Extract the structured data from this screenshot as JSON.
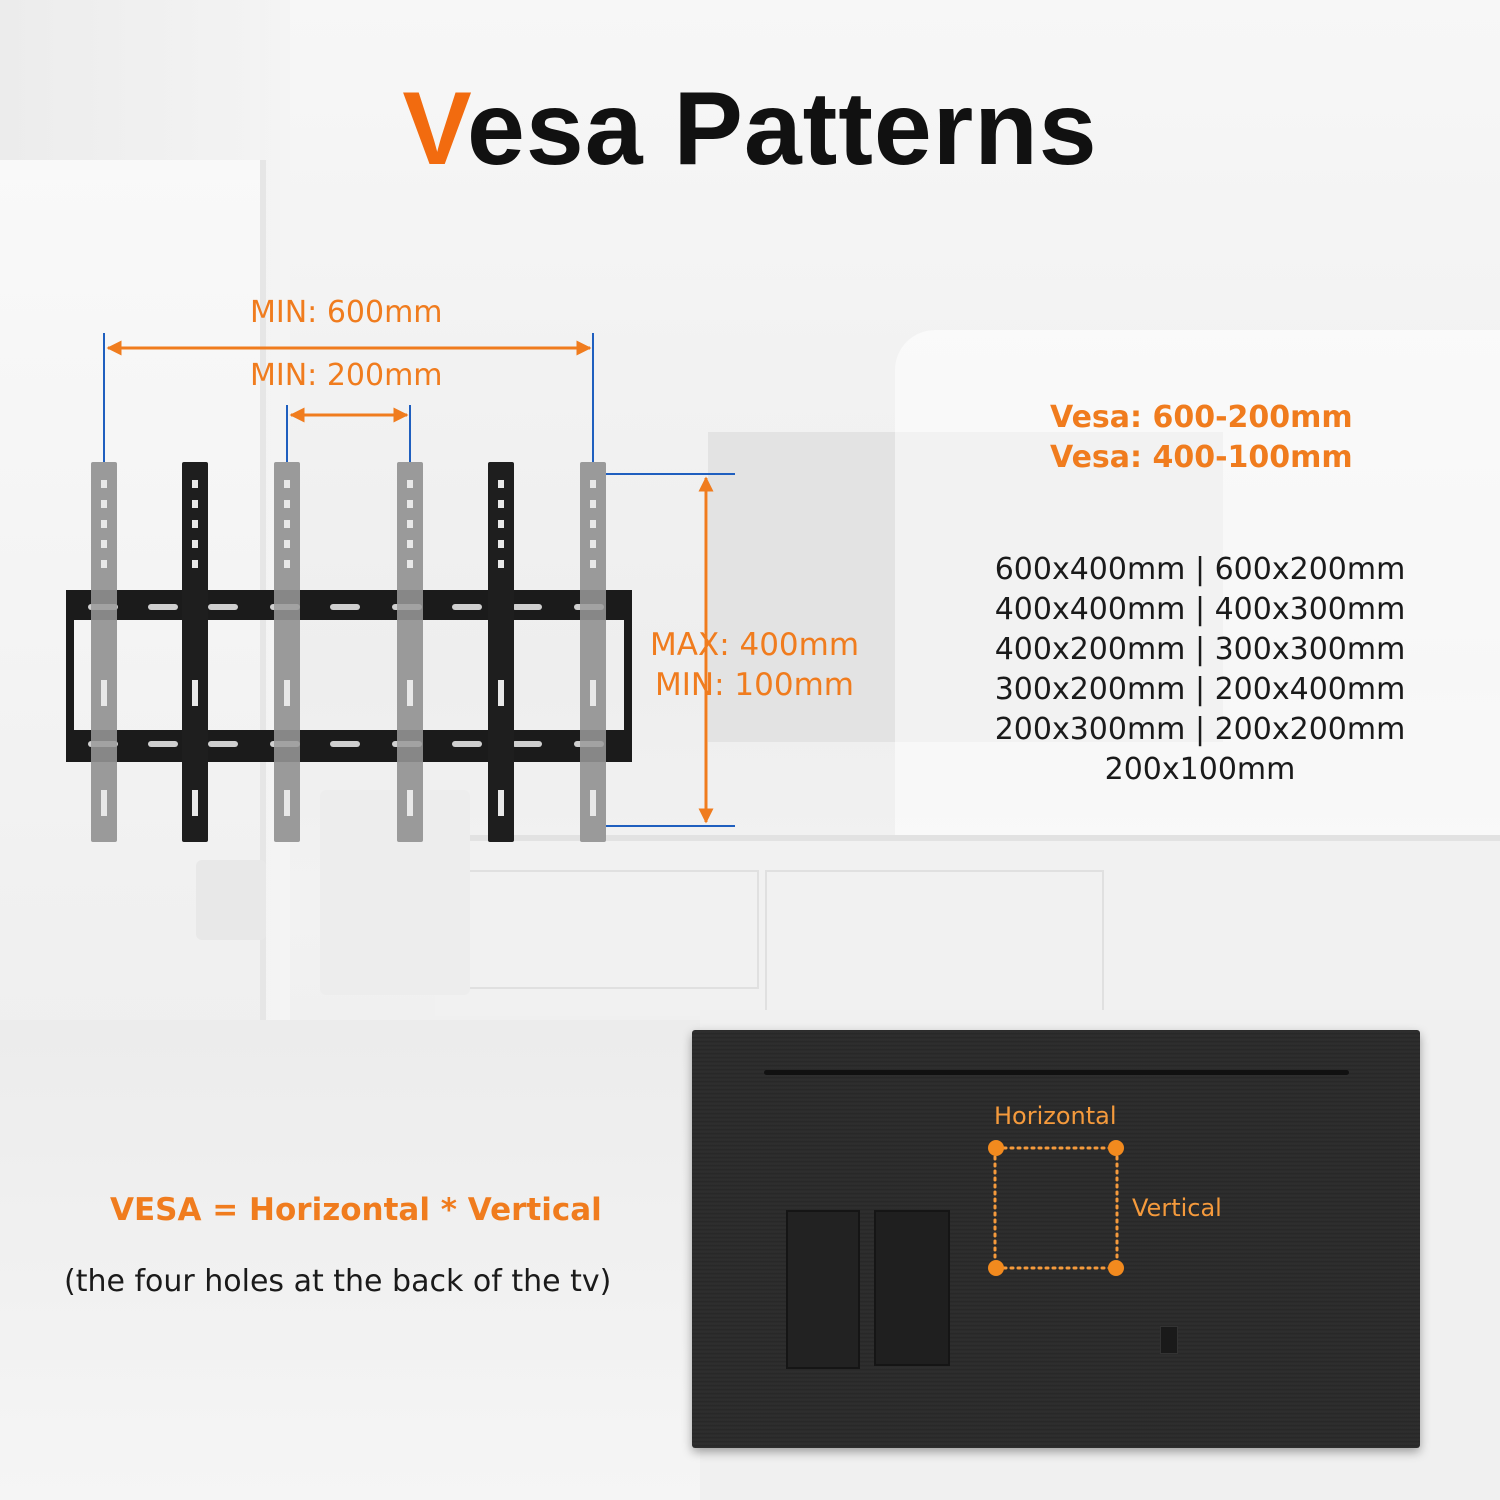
{
  "title": {
    "first_letter": "V",
    "rest": "esa Patterns"
  },
  "dimensions": {
    "horizontal_max": "MIN: 600mm",
    "horizontal_min": "MIN: 200mm",
    "vertical_max": "MAX: 400mm",
    "vertical_min": "MIN: 100mm"
  },
  "vesa_ranges": [
    "Vesa: 600-200mm",
    "Vesa: 400-100mm"
  ],
  "patterns": [
    "600x400mm | 600x200mm",
    "400x400mm | 400x300mm",
    "400x200mm | 300x300mm",
    "300x200mm | 200x400mm",
    "200x300mm | 200x200mm",
    "200x100mm"
  ],
  "formula": "VESA = Horizontal * Vertical",
  "note": "(the four holes at the back of the tv)",
  "tv_back": {
    "horizontal_label": "Horizontal",
    "vertical_label": "Vertical"
  },
  "colors": {
    "accent": "#f26b0f",
    "text": "#111111",
    "dimension_line": "#1f5fbf"
  }
}
